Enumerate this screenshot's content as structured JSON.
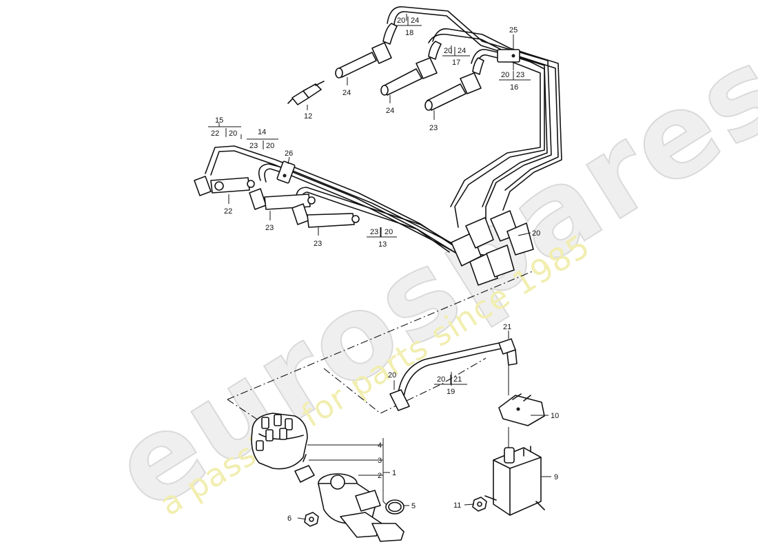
{
  "watermark": {
    "brand": "eurospares",
    "tagline": "a passion for parts since 1985",
    "tagline_color": "#f1eeb0",
    "brand_color": "#efefef"
  },
  "callouts": [
    {
      "id": "c1",
      "text": "1"
    },
    {
      "id": "c2",
      "text": "2"
    },
    {
      "id": "c3",
      "text": "3"
    },
    {
      "id": "c4",
      "text": "4"
    },
    {
      "id": "c5",
      "text": "5"
    },
    {
      "id": "c6",
      "text": "6"
    },
    {
      "id": "c9",
      "text": "9"
    },
    {
      "id": "c10",
      "text": "10"
    },
    {
      "id": "c11",
      "text": "11"
    },
    {
      "id": "c12",
      "text": "12"
    },
    {
      "id": "c13",
      "text": "13"
    },
    {
      "id": "c14",
      "text": "14"
    },
    {
      "id": "c15",
      "text": "15"
    },
    {
      "id": "c16",
      "text": "16"
    },
    {
      "id": "c17",
      "text": "17"
    },
    {
      "id": "c18",
      "text": "18"
    },
    {
      "id": "c19",
      "text": "19"
    },
    {
      "id": "c20a",
      "text": "20"
    },
    {
      "id": "c20b",
      "text": "20"
    },
    {
      "id": "c21",
      "text": "21"
    },
    {
      "id": "c22",
      "text": "22"
    },
    {
      "id": "c23a",
      "text": "23"
    },
    {
      "id": "c23b",
      "text": "23"
    },
    {
      "id": "c23c",
      "text": "23"
    },
    {
      "id": "c24a",
      "text": "24"
    },
    {
      "id": "c24b",
      "text": "24"
    },
    {
      "id": "c25",
      "text": "25"
    },
    {
      "id": "c26",
      "text": "26"
    }
  ],
  "fractions": [
    {
      "id": "f18",
      "top_left": "20",
      "top_right": "24",
      "bottom": "18"
    },
    {
      "id": "f17",
      "top_left": "20",
      "top_right": "24",
      "bottom": "17"
    },
    {
      "id": "f16",
      "top_left": "20",
      "top_right": "23",
      "bottom": "16"
    },
    {
      "id": "f15",
      "top_left": "22",
      "top_right": "20",
      "bottom": "15"
    },
    {
      "id": "f14",
      "top_left": "23",
      "top_right": "20",
      "bottom": "14"
    },
    {
      "id": "f13",
      "top_left": "23",
      "top_right": "20",
      "bottom": "13"
    },
    {
      "id": "f19",
      "top_left": "20",
      "top_right": "21",
      "bottom": "19"
    }
  ]
}
